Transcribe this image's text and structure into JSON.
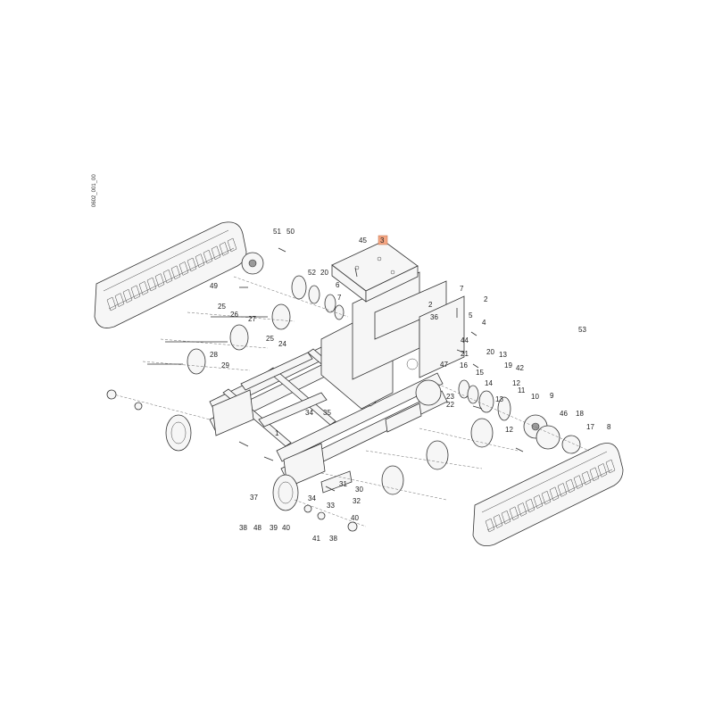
{
  "drawing_code": "0602_001_00",
  "highlight_color": "#f4a582",
  "highlighted_part": "3",
  "callouts": [
    {
      "id": "51",
      "label": "51"
    },
    {
      "id": "50",
      "label": "50"
    },
    {
      "id": "45",
      "label": "45"
    },
    {
      "id": "3",
      "label": "3"
    },
    {
      "id": "52",
      "label": "52"
    },
    {
      "id": "20a",
      "label": "20"
    },
    {
      "id": "49",
      "label": "49"
    },
    {
      "id": "6",
      "label": "6"
    },
    {
      "id": "7a",
      "label": "7"
    },
    {
      "id": "7b",
      "label": "7"
    },
    {
      "id": "2a",
      "label": "2"
    },
    {
      "id": "2b",
      "label": "2"
    },
    {
      "id": "25a",
      "label": "25"
    },
    {
      "id": "26",
      "label": "26"
    },
    {
      "id": "27",
      "label": "27"
    },
    {
      "id": "36",
      "label": "36"
    },
    {
      "id": "5",
      "label": "5"
    },
    {
      "id": "4",
      "label": "4"
    },
    {
      "id": "53",
      "label": "53"
    },
    {
      "id": "25b",
      "label": "25"
    },
    {
      "id": "24",
      "label": "24"
    },
    {
      "id": "44",
      "label": "44"
    },
    {
      "id": "20b",
      "label": "20"
    },
    {
      "id": "13a",
      "label": "13"
    },
    {
      "id": "21",
      "label": "21"
    },
    {
      "id": "19",
      "label": "19"
    },
    {
      "id": "42",
      "label": "42"
    },
    {
      "id": "28",
      "label": "28"
    },
    {
      "id": "29",
      "label": "29"
    },
    {
      "id": "47",
      "label": "47"
    },
    {
      "id": "16",
      "label": "16"
    },
    {
      "id": "15",
      "label": "15"
    },
    {
      "id": "14",
      "label": "14"
    },
    {
      "id": "12a",
      "label": "12"
    },
    {
      "id": "11",
      "label": "11"
    },
    {
      "id": "10",
      "label": "10"
    },
    {
      "id": "9",
      "label": "9"
    },
    {
      "id": "23",
      "label": "23"
    },
    {
      "id": "13b",
      "label": "13"
    },
    {
      "id": "22",
      "label": "22"
    },
    {
      "id": "46",
      "label": "46"
    },
    {
      "id": "18",
      "label": "18"
    },
    {
      "id": "34a",
      "label": "34"
    },
    {
      "id": "35",
      "label": "35"
    },
    {
      "id": "17",
      "label": "17"
    },
    {
      "id": "12b",
      "label": "12"
    },
    {
      "id": "8",
      "label": "8"
    },
    {
      "id": "1",
      "label": "1"
    },
    {
      "id": "31",
      "label": "31"
    },
    {
      "id": "30",
      "label": "30"
    },
    {
      "id": "32",
      "label": "32"
    },
    {
      "id": "37",
      "label": "37"
    },
    {
      "id": "34b",
      "label": "34"
    },
    {
      "id": "33",
      "label": "33"
    },
    {
      "id": "40a",
      "label": "40"
    },
    {
      "id": "38a",
      "label": "38"
    },
    {
      "id": "48",
      "label": "48"
    },
    {
      "id": "39",
      "label": "39"
    },
    {
      "id": "40b",
      "label": "40"
    },
    {
      "id": "41",
      "label": "41"
    },
    {
      "id": "38b",
      "label": "38"
    }
  ]
}
